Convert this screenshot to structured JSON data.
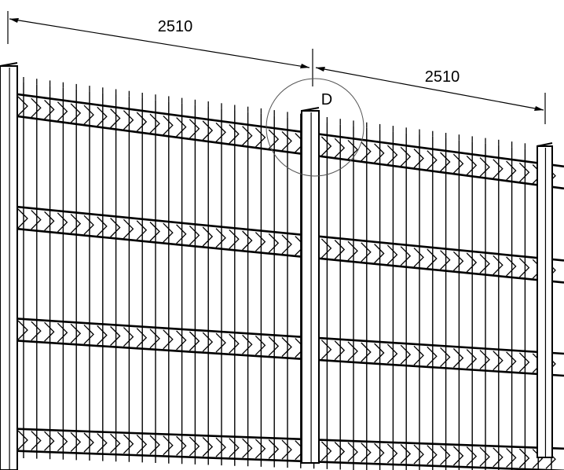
{
  "drawing": {
    "dimension_left": "2510",
    "dimension_right": "2510",
    "detail_label": "D",
    "line_color": "#000000",
    "background_color": "#ffffff",
    "detail_circle_color": "#555555"
  }
}
